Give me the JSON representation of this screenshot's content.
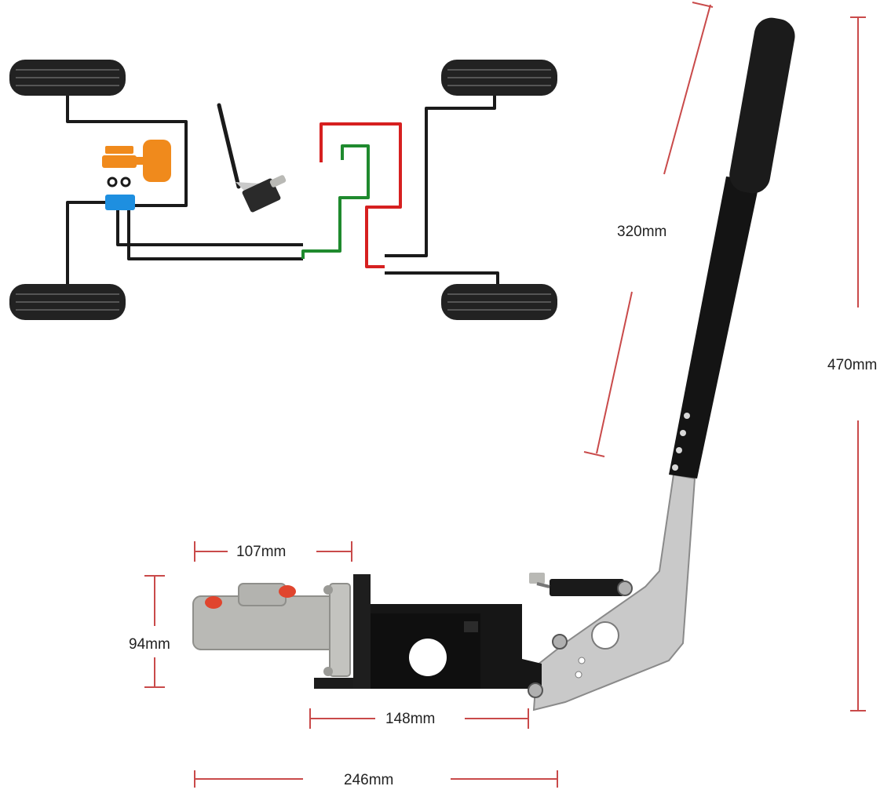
{
  "colors": {
    "dimension_line": "#c94a4a",
    "wire_black": "#1a1a1a",
    "wire_red": "#d62020",
    "wire_green": "#1f8a2e",
    "valve_orange": "#f08a1c",
    "valve_blue": "#1e8fe0",
    "tire": "#222222",
    "lever_black": "#141414",
    "bracket_silver": "#c9c9c9",
    "cylinder_silver": "#b9b9b5",
    "cap_red": "#e0452e"
  },
  "icons": {
    "wheel": "tire-icon",
    "valve": "proportioning-valve-icon",
    "handbrake_thumbnail": "handbrake-thumbnail-icon"
  },
  "dimensions": {
    "grip_length": "320mm",
    "total_height": "470mm",
    "cylinder_length": "107mm",
    "body_height": "94mm",
    "base_length": "148mm",
    "total_length": "246mm"
  }
}
